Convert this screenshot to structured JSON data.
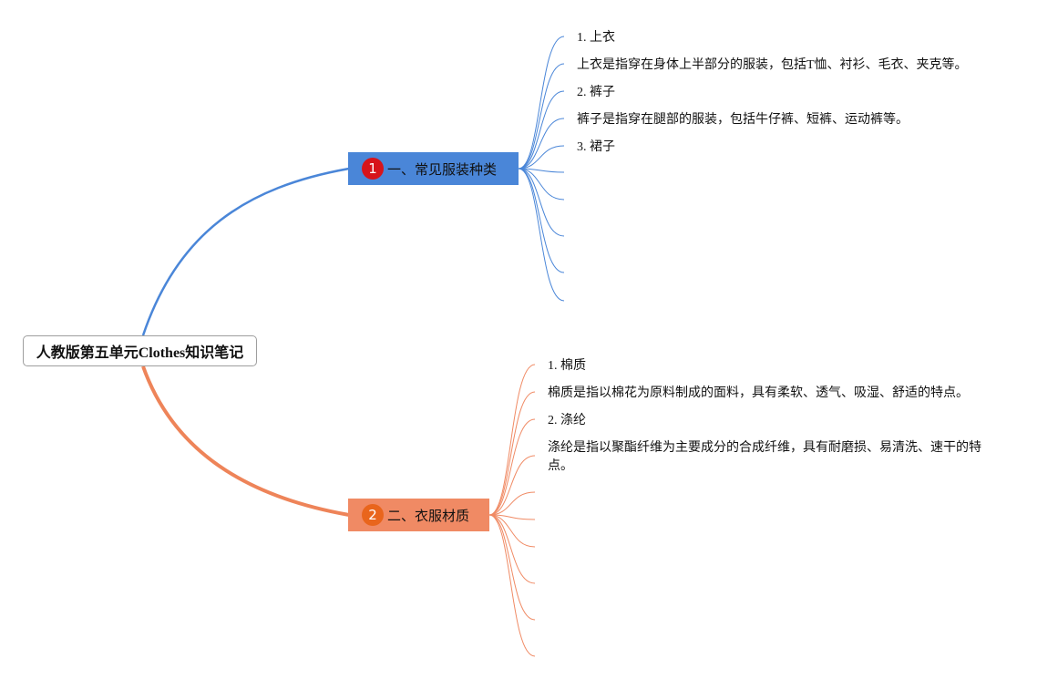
{
  "root": {
    "title": "人教版第五单元Clothes知识笔记"
  },
  "branches": [
    {
      "number": "1",
      "title": "一、常见服装种类",
      "color": "#4a86d8",
      "badge_color": "#d7141b",
      "items": [
        "1. 上衣",
        "上衣是指穿在身体上半部分的服装，包括T恤、衬衫、毛衣、夹克等。",
        "2. 裤子",
        "裤子是指穿在腿部的服装，包括牛仔裤、短裤、运动裤等。",
        "3. 裙子",
        "",
        "",
        "",
        "",
        ""
      ]
    },
    {
      "number": "2",
      "title": "二、衣服材质",
      "color": "#f08a64",
      "badge_color": "#e9651c",
      "items": [
        "1. 棉质",
        "棉质是指以棉花为原料制成的面料，具有柔软、透气、吸湿、舒适的特点。",
        "2. 涤纶",
        "涤纶是指以聚酯纤维为主要成分的合成纤维，具有耐磨损、易清洗、速干的特点。",
        "",
        "",
        "",
        "",
        ""
      ]
    }
  ]
}
